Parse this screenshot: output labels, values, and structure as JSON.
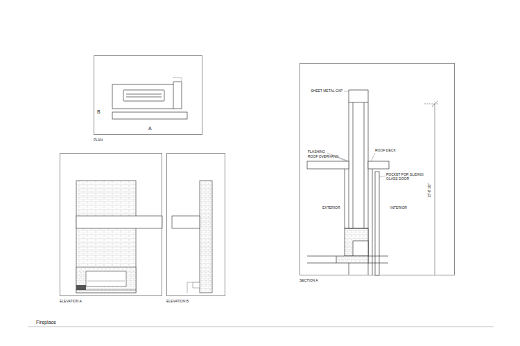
{
  "diagram": {
    "title": "Fireplace",
    "nodes": [
      {
        "text": [
          "PLAN"
        ]
      },
      {
        "text": [
          "ELEVATION A"
        ]
      },
      {
        "text": [
          "ELEVATION B"
        ]
      },
      {
        "text": [
          "SECTION A"
        ]
      }
    ],
    "labels": [
      "B",
      "A",
      "SHEET METAL CAP",
      "FLASHING",
      "ROOF OVERHANG",
      "ROOF DECK",
      "POCKET FOR SLIDING GLASS DOOR",
      "EXTERIOR",
      "INTERIOR",
      "15'-8 1/2\""
    ]
  }
}
